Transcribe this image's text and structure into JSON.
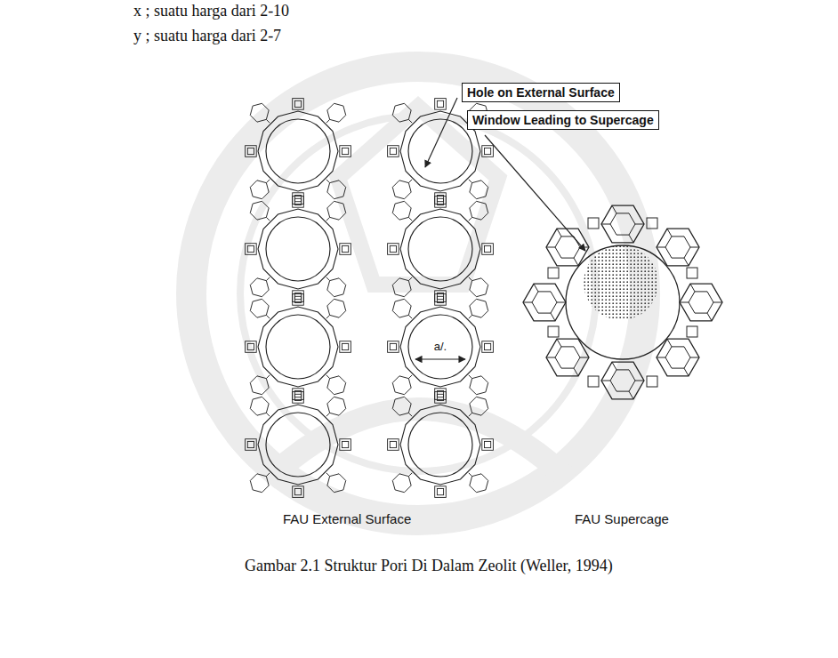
{
  "diagram": {
    "caption": "Gambar 2.1 Struktur Pori Di Dalam Zeolit (Weller, 1994)",
    "nodes": [
      {
        "text": [
          "Hole on External Surface"
        ]
      },
      {
        "text": [
          "Window Leading to Supercage"
        ]
      }
    ],
    "labels": [
      "x ; suatu harga dari 2-10",
      "y ; suatu harga dari 2-7",
      "FAU External Surface",
      "FAU Supercage",
      "a/."
    ]
  }
}
